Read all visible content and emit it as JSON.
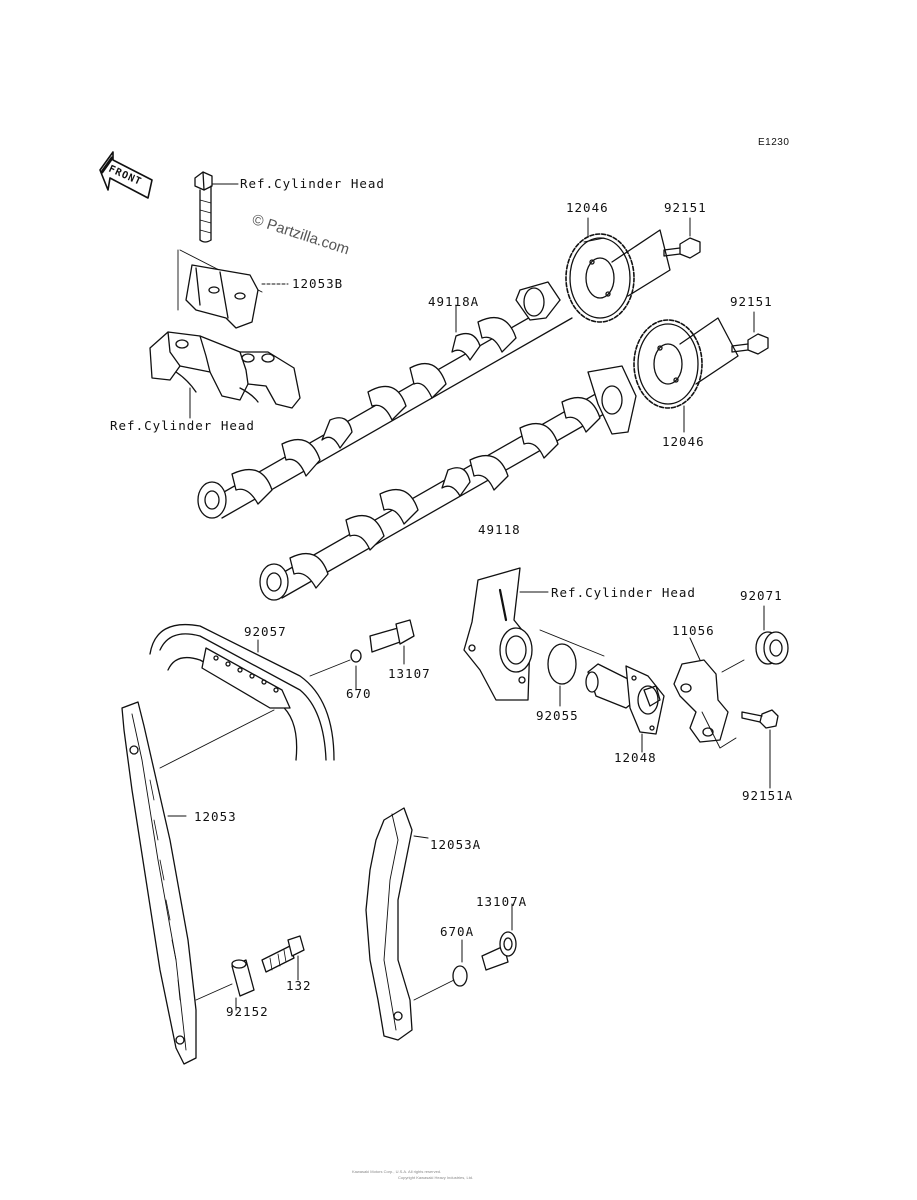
{
  "diagram_code": "E1230",
  "watermark": "© Partzilla.com",
  "front_arrow": "FRONT",
  "footer_line1": "Kawasaki Motors Corp., U.S.A. All rights reserved.",
  "footer_line2": "Copyright Kawasaki Heavy Industries, Ltd.",
  "labels": {
    "ref_cyl_head_top": "Ref.Cylinder Head",
    "p12053B": "12053B",
    "ref_cyl_head_left": "Ref.Cylinder Head",
    "p12046_top": "12046",
    "p92151_top": "92151",
    "p49118A": "49118A",
    "p92151_mid": "92151",
    "p12046_mid": "12046",
    "p49118": "49118",
    "ref_cyl_head_right": "Ref.Cylinder Head",
    "p92071": "92071",
    "p92057": "92057",
    "p13107": "13107",
    "p670": "670",
    "p11056": "11056",
    "p92055": "92055",
    "p12048": "12048",
    "p92151A": "92151A",
    "p12053": "12053",
    "p12053A": "12053A",
    "p13107A": "13107A",
    "p670A": "670A",
    "p132": "132",
    "p92152": "92152"
  }
}
